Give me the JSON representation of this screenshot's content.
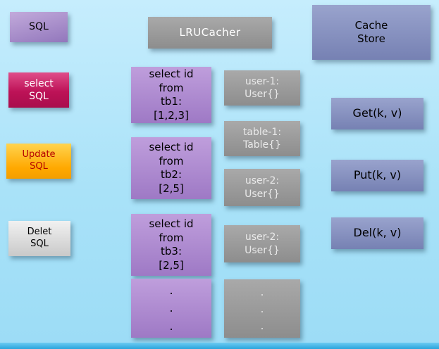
{
  "palette": {
    "background": "#a9e2f8",
    "purple_light": "#a98fc9",
    "magenta": "#bd1257",
    "orange": "#ffa800",
    "silver": "#d9d9d9",
    "gray": "#999999",
    "purple": "#a683c9",
    "slate_blue": "#8089b8",
    "bottom_edge_blue": "#2ba5dd"
  },
  "nodes": {
    "sql": "SQL",
    "select_sql": "select\nSQL",
    "update_sql": "Update\nSQL",
    "delete_sql": "Delet\nSQL",
    "lrucacher": "LRUCacher",
    "cache_store": "Cache\nStore",
    "query_tb1": "select id\nfrom\ntb1:\n[1,2,3]",
    "query_tb2": "select id\nfrom\ntb2:\n[2,5]",
    "query_tb3": "select id\nfrom\ntb3:\n[2,5]",
    "query_ellipsis": ".\n.\n.",
    "result_user1": "user-1:\nUser{}",
    "result_table1": "table-1:\nTable{}",
    "result_user2a": "user-2:\nUser{}",
    "result_user2b": "user-2:\nUser{}",
    "result_ellipsis": ".\n.\n.",
    "get": "Get(k, v)",
    "put": "Put(k, v)",
    "del": "Del(k, v)"
  }
}
